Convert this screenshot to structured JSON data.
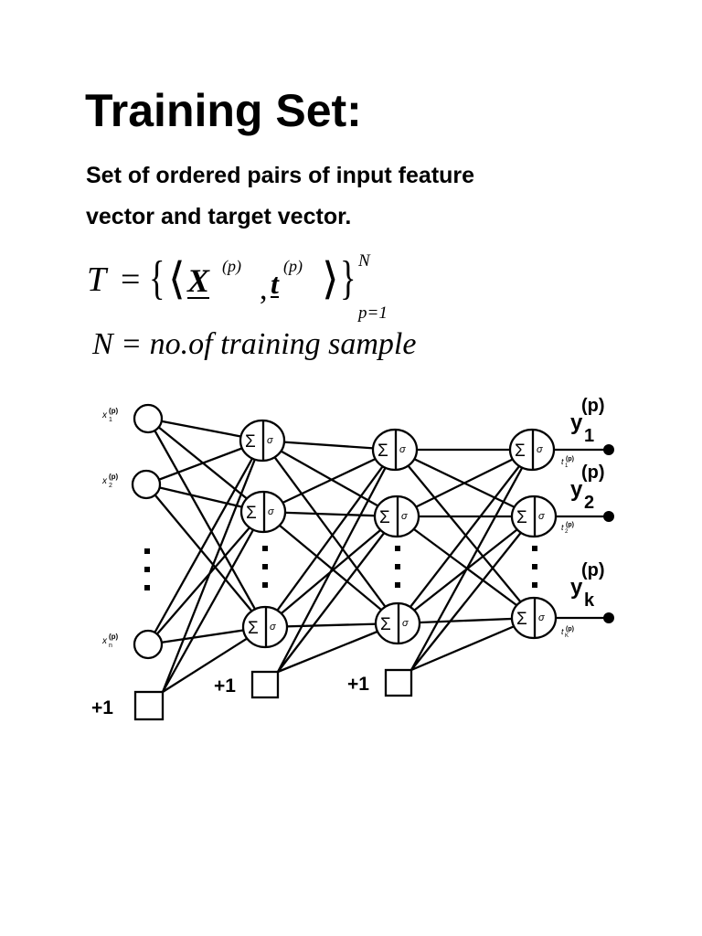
{
  "title": "Training Set:",
  "subtitle_lines": [
    "Set of ordered pairs of input feature",
    "vector and target vector."
  ],
  "formula": {
    "lhs": "T",
    "eq": "=",
    "open_brace": "{",
    "open_angle": "⟨",
    "x_symbol": "X",
    "x_sup": "(p)",
    "comma": ",",
    "t_symbol": "t",
    "t_sup": "(p)",
    "close_angle": "⟩",
    "close_brace": "}",
    "upper": "N",
    "lower": "p=1"
  },
  "definition": "N = no.of training sample",
  "diagram": {
    "input_labels": [
      {
        "base": "x",
        "sub": "1",
        "sup": "(p)"
      },
      {
        "base": "x",
        "sub": "2",
        "sup": "(p)"
      },
      {
        "base": "x",
        "sub": "n",
        "sup": "(p)"
      }
    ],
    "neuron_sum_symbol": "Σ",
    "neuron_activation_symbol": "σ",
    "bias_label": "+1",
    "output_labels": [
      {
        "base": "y",
        "sub": "1",
        "sup": "(p)"
      },
      {
        "base": "y",
        "sub": "2",
        "sup": "(p)"
      },
      {
        "base": "y",
        "sub": "k",
        "sup": "(p)"
      }
    ],
    "target_labels": [
      {
        "base": "t",
        "sub": "1",
        "sup": "(p)"
      },
      {
        "base": "t",
        "sub": "2",
        "sup": "(p)"
      },
      {
        "base": "t",
        "sub": "K",
        "sup": "(p)"
      }
    ]
  }
}
